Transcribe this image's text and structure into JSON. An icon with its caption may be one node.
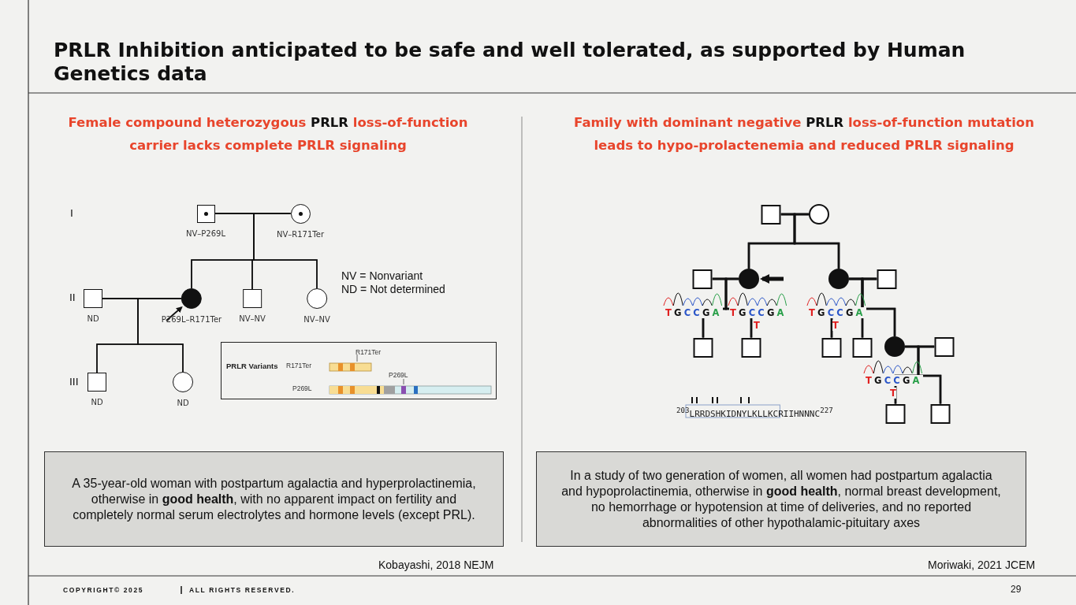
{
  "diagram": {
    "title": "PRLR Inhibition anticipated to be safe and well tolerated, as supported by Human Genetics data",
    "nodes": [
      {
        "text": [],
        "shape": "box",
        "beside": [
          "NV–P269L"
        ]
      },
      {
        "text": [],
        "shape": "circle",
        "beside": [
          "NV–R171Ter"
        ]
      },
      {
        "text": [],
        "shape": "box",
        "beside": [
          "ND"
        ]
      },
      {
        "text": [],
        "shape": "circle",
        "beside": [
          "P269L–R171Ter"
        ]
      },
      {
        "text": [],
        "shape": "box",
        "beside": [
          "NV–NV"
        ]
      },
      {
        "text": [],
        "shape": "circle",
        "beside": [
          "NV–NV"
        ]
      },
      {
        "text": [],
        "shape": "box",
        "beside": [
          "ND"
        ]
      },
      {
        "text": [],
        "shape": "circle",
        "beside": [
          "ND"
        ]
      },
      {
        "text": [
          "PRLR Variants",
          "R171Ter",
          "R171Ter",
          "P269L",
          "P269L"
        ]
      },
      {
        "text": [
          "A 35-year-old woman with postpartum agalactia and hyperprolactinemia, otherwise in **good health**, with no apparent impact on fertility and completely normal serum electrolytes and hormone levels (except PRL)."
        ]
      },
      {
        "text": [],
        "shape": "box"
      },
      {
        "text": [],
        "shape": "circle"
      },
      {
        "text": [],
        "shape": "box"
      },
      {
        "text": [],
        "shape": "circle"
      },
      {
        "text": [],
        "shape": "circle"
      },
      {
        "text": [],
        "shape": "box"
      },
      {
        "text": [],
        "shape": "box"
      },
      {
        "text": [],
        "shape": "box"
      },
      {
        "text": [],
        "shape": "box"
      },
      {
        "text": [],
        "shape": "box"
      },
      {
        "text": [],
        "shape": "circle"
      },
      {
        "text": [],
        "shape": "box"
      },
      {
        "text": [],
        "shape": "box"
      },
      {
        "text": [],
        "shape": "box"
      },
      {
        "text": [
          "In a study of two generation of women, all women had postpartum agalactia and hypoprolactinemia, otherwise in **good health**, normal breast development, no hemorrhage or hypotension at time of deliveries, and no reported abnormalities of other hypothalamic-pituitary axes"
        ]
      }
    ],
    "edges": [
      {
        "from": 0,
        "to": 1,
        "arrow": "none"
      },
      {
        "from": 0,
        "to": 3,
        "arrow": "none"
      },
      {
        "from": 0,
        "to": 4,
        "arrow": "none"
      },
      {
        "from": 0,
        "to": 5,
        "arrow": "none"
      },
      {
        "from": 1,
        "to": 3,
        "arrow": "none"
      },
      {
        "from": 1,
        "to": 4,
        "arrow": "none"
      },
      {
        "from": 1,
        "to": 5,
        "arrow": "none"
      },
      {
        "from": 2,
        "to": 3,
        "arrow": "none"
      },
      {
        "from": 2,
        "to": 6,
        "arrow": "none"
      },
      {
        "from": 2,
        "to": 7,
        "arrow": "none"
      },
      {
        "from": 3,
        "to": 6,
        "arrow": "none"
      },
      {
        "from": 3,
        "to": 7,
        "arrow": "none"
      },
      {
        "from": null,
        "to": 3,
        "arrow": "to"
      },
      {
        "from": 10,
        "to": 11,
        "arrow": "none"
      },
      {
        "from": 10,
        "to": 13,
        "arrow": "none"
      },
      {
        "from": 10,
        "to": 14,
        "arrow": "none"
      },
      {
        "from": 11,
        "to": 13,
        "arrow": "none"
      },
      {
        "from": 11,
        "to": 14,
        "arrow": "none"
      },
      {
        "from": 12,
        "to": 13,
        "arrow": "none"
      },
      {
        "from": 12,
        "to": 16,
        "arrow": "none"
      },
      {
        "from": 12,
        "to": 17,
        "arrow": "none"
      },
      {
        "from": 13,
        "to": 16,
        "arrow": "none"
      },
      {
        "from": 13,
        "to": 17,
        "arrow": "none"
      },
      {
        "from": null,
        "to": 13,
        "arrow": "to",
        "style": "thick"
      },
      {
        "from": 14,
        "to": 15,
        "arrow": "none"
      },
      {
        "from": 14,
        "to": 18,
        "arrow": "none"
      },
      {
        "from": 14,
        "to": 19,
        "arrow": "none"
      },
      {
        "from": 14,
        "to": 20,
        "arrow": "none"
      },
      {
        "from": 15,
        "to": 18,
        "arrow": "none"
      },
      {
        "from": 15,
        "to": 19,
        "arrow": "none"
      },
      {
        "from": 15,
        "to": 20,
        "arrow": "none"
      },
      {
        "from": 20,
        "to": 21,
        "arrow": "none"
      },
      {
        "from": 20,
        "to": 22,
        "arrow": "none"
      },
      {
        "from": 20,
        "to": 23,
        "arrow": "none"
      },
      {
        "from": 21,
        "to": 22,
        "arrow": "none"
      },
      {
        "from": 21,
        "to": 23,
        "arrow": "none"
      }
    ],
    "labels": [
      "Female compound heterozygous **PRLR** loss-of-function carrier lacks complete PRLR signaling",
      "Family with dominant negative **PRLR** loss-of-function mutation leads to hypo-prolactenemia and reduced PRLR signaling",
      "I",
      "II",
      "III",
      "NV = Nonvariant",
      "ND = Not determined",
      "TGCCGA",
      "TGCCGA",
      "T",
      "TGCCGA",
      "T",
      "TGCCGA",
      "T",
      "$^{203}$LRRDSHKIDNYLKLLKCRIIHNNNC$^{227}$",
      "Kobayashi, 2018 NEJM",
      "Moriwaki, 2021 JCEM",
      "COPYRIGHT© 2025",
      "ALL RIGHTS RESERVED.",
      "29"
    ]
  }
}
